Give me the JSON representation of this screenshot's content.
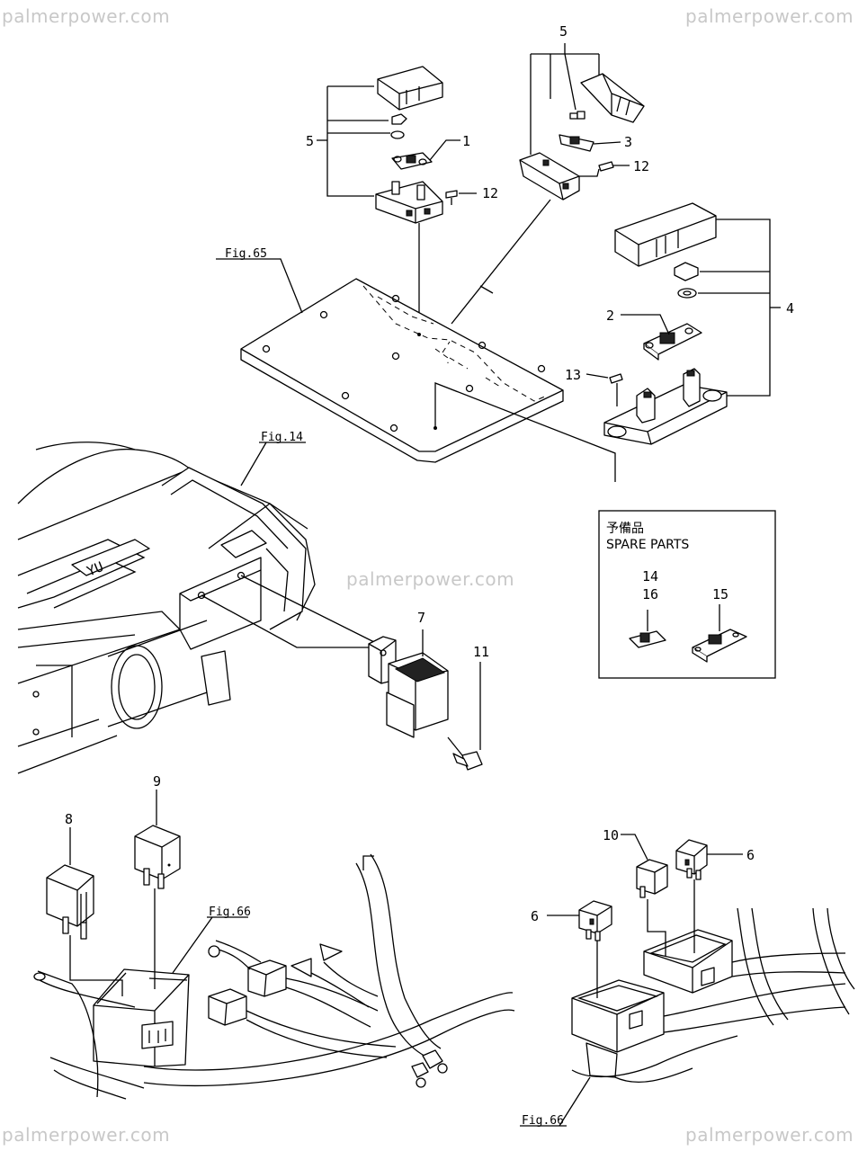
{
  "watermarks": {
    "top_left": "palmerpower.com",
    "top_right": "palmerpower.com",
    "center": "palmerpower.com",
    "bottom_left": "palmerpower.com",
    "bottom_right": "palmerpower.com"
  },
  "figure_refs": {
    "fig65": "Fig.65",
    "fig14": "Fig.14",
    "fig66_left": "Fig.66",
    "fig66_right": "Fig.66"
  },
  "callouts": {
    "c1": "1",
    "c2": "2",
    "c3": "3",
    "c4": "4",
    "c5_left": "5",
    "c5_top": "5",
    "c6_left": "6",
    "c6_right": "6",
    "c7": "7",
    "c8": "8",
    "c9": "9",
    "c10": "10",
    "c11": "11",
    "c12_left": "12",
    "c12_right": "12",
    "c13": "13",
    "c14": "14",
    "c15": "15",
    "c16": "16"
  },
  "spare_parts": {
    "title_jp": "予備品",
    "title_en": "SPARE PARTS"
  },
  "misc_text": {
    "engine_plate": "YU"
  }
}
